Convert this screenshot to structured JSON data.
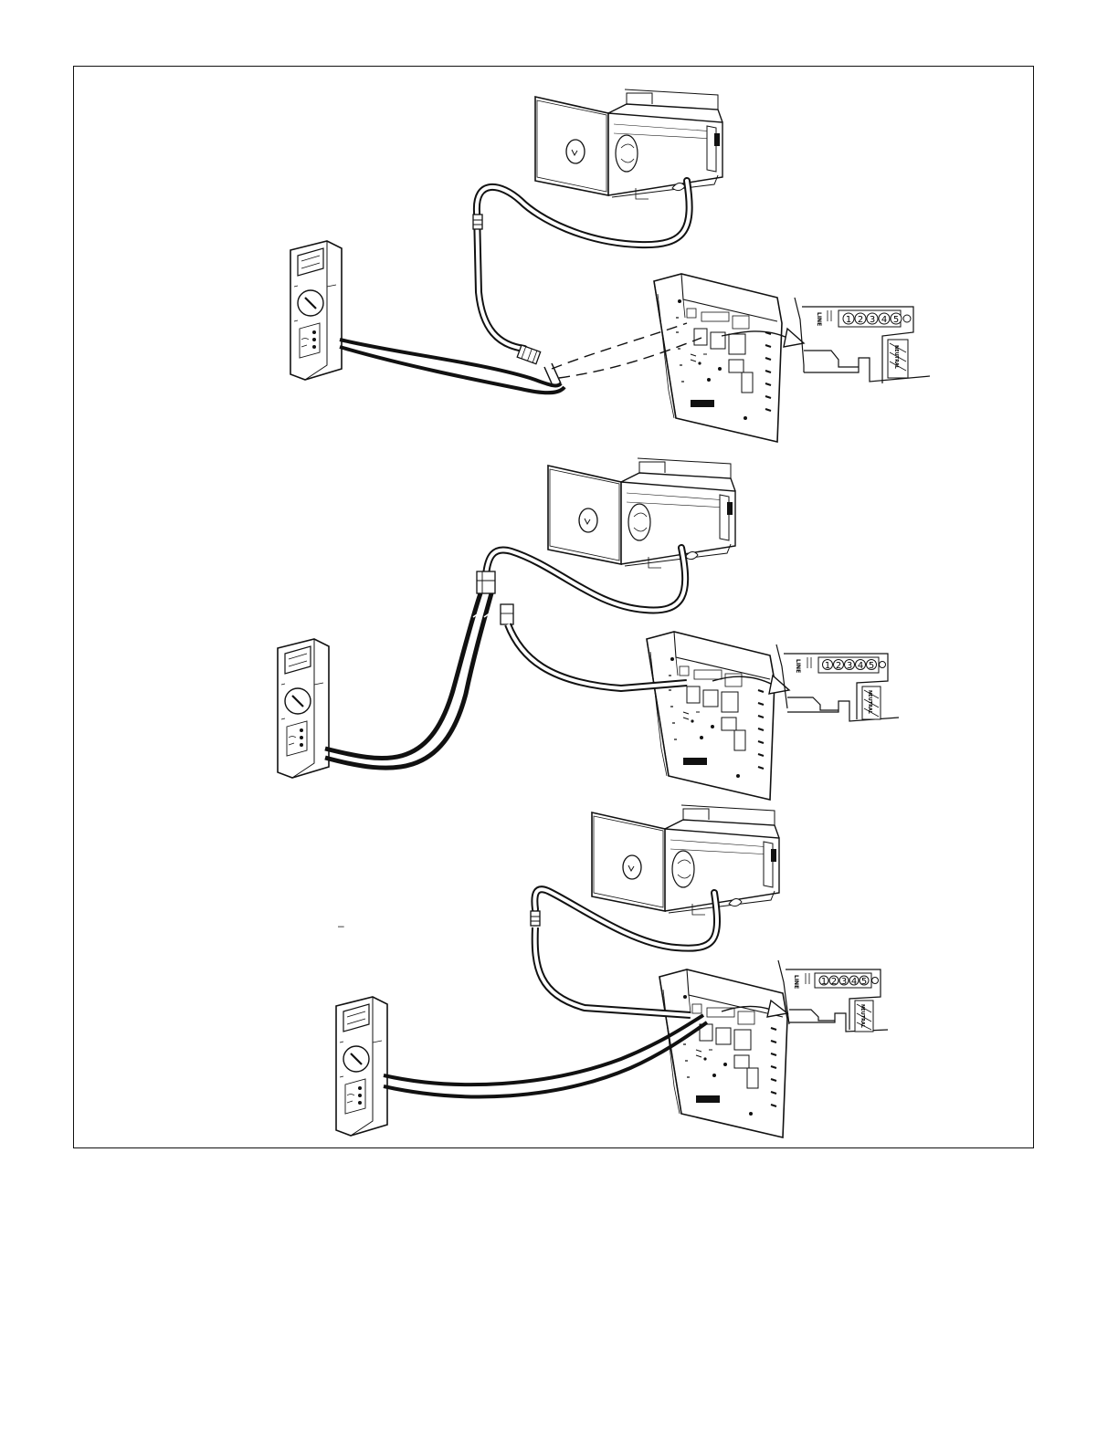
{
  "figure": {
    "panels": [
      {
        "id": "top",
        "terminal_labels": [
          "1",
          "2",
          "3",
          "4",
          "5"
        ],
        "line_label": "LINE",
        "neutral_label": "NEUTRAL"
      },
      {
        "id": "middle",
        "terminal_labels": [
          "1",
          "2",
          "3",
          "4",
          "5"
        ],
        "line_label": "LINE",
        "neutral_label": "NEUTRAL"
      },
      {
        "id": "bottom",
        "terminal_labels": [
          "1",
          "2",
          "3",
          "4",
          "5"
        ],
        "line_label": "LINE",
        "neutral_label": "NEUTRAL"
      }
    ],
    "stray_mark": "–"
  }
}
